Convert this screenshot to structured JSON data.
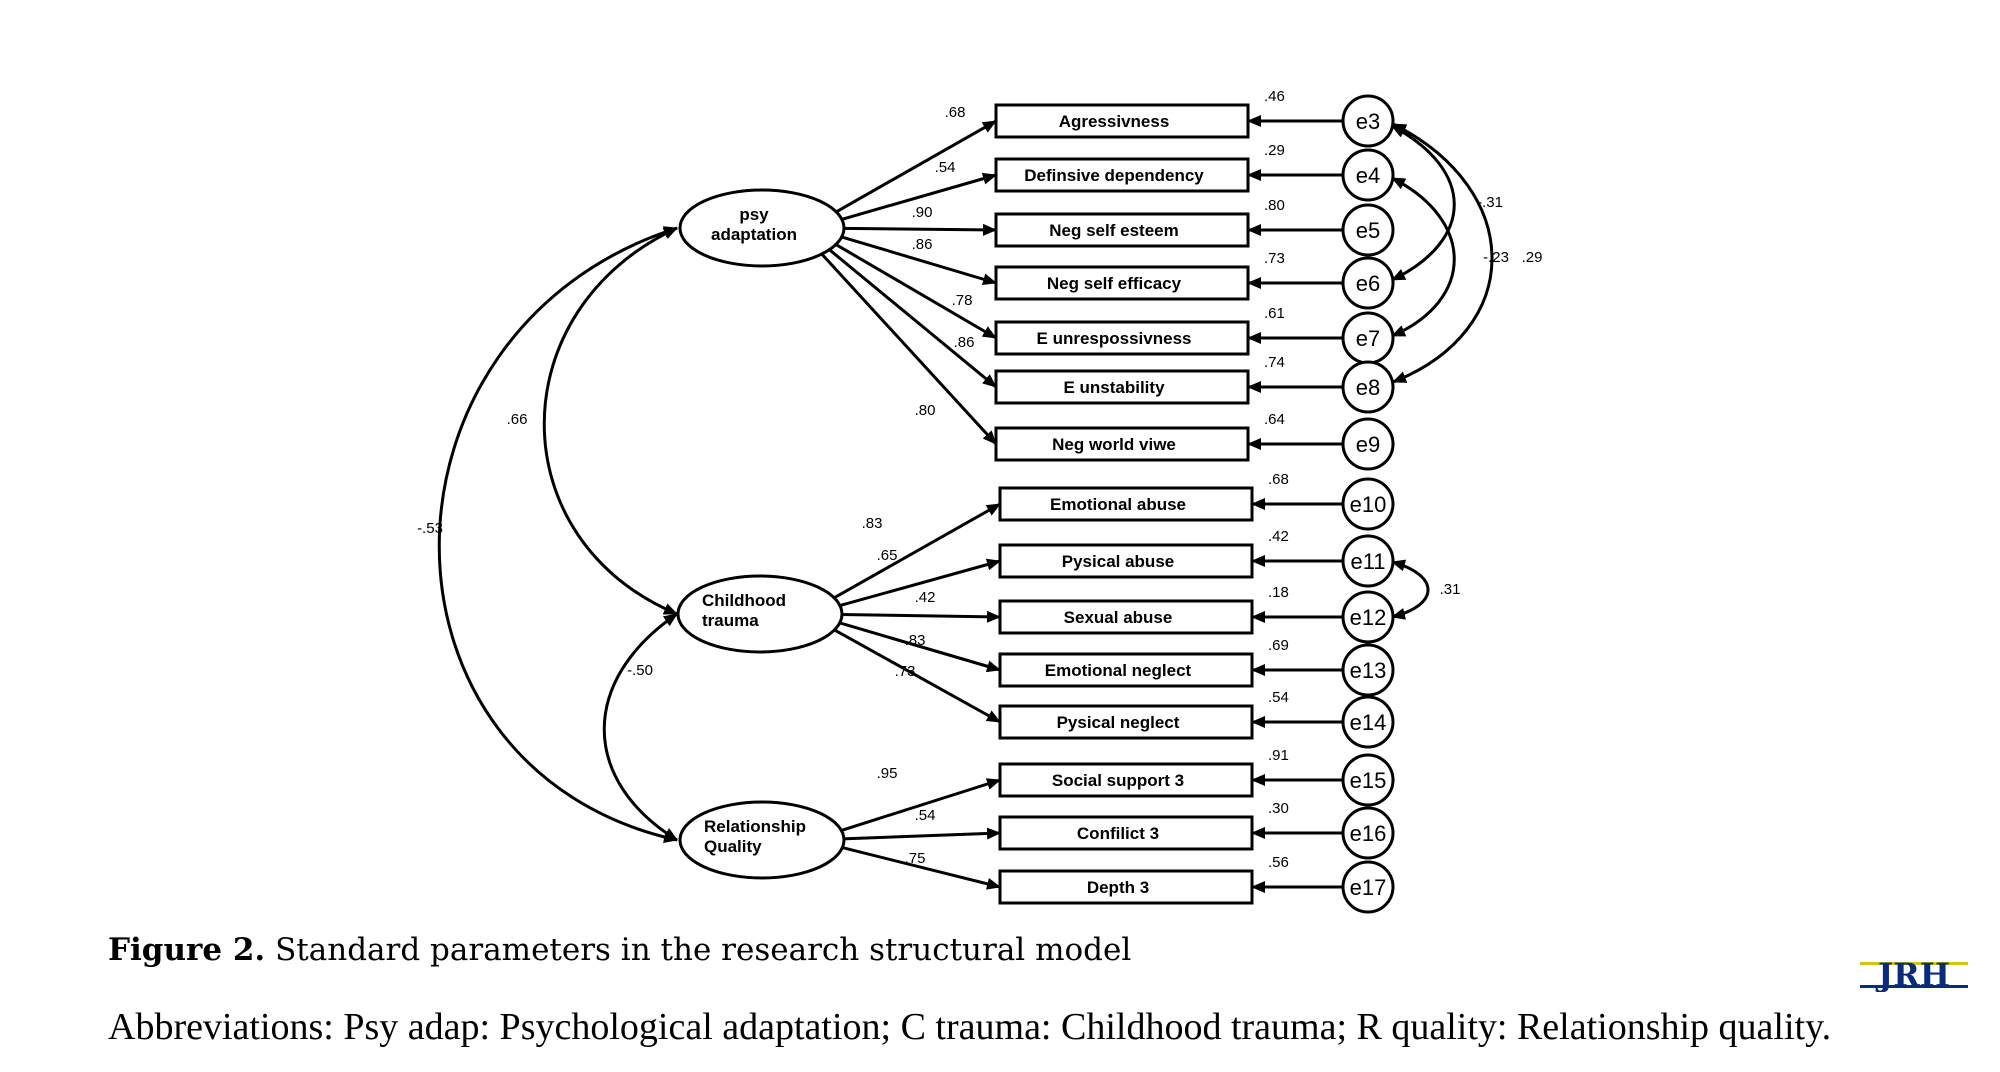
{
  "latents": [
    {
      "id": "psy",
      "lines": [
        "psy",
        "adaptation"
      ]
    },
    {
      "id": "ct",
      "lines": [
        "Childhood",
        "trauma"
      ]
    },
    {
      "id": "rq",
      "lines": [
        "Relationship",
        "Quality"
      ]
    }
  ],
  "indicators": [
    {
      "label": "Agressivness",
      "latent": "psy",
      "loading": ".68",
      "r2": ".46",
      "error": "e3"
    },
    {
      "label": "Definsive dependency",
      "latent": "psy",
      "loading": ".54",
      "r2": ".29",
      "error": "e4"
    },
    {
      "label": "Neg self esteem",
      "latent": "psy",
      "loading": ".90",
      "r2": ".80",
      "error": "e5"
    },
    {
      "label": "Neg self efficacy",
      "latent": "psy",
      "loading": ".86",
      "r2": ".73",
      "error": "e6"
    },
    {
      "label": "E unrespossivness",
      "latent": "psy",
      "loading": ".78",
      "r2": ".61",
      "error": "e7"
    },
    {
      "label": "E unstability",
      "latent": "psy",
      "loading": ".86",
      "r2": ".74",
      "error": "e8"
    },
    {
      "label": "Neg world viwe",
      "latent": "psy",
      "loading": ".80",
      "r2": ".64",
      "error": "e9"
    },
    {
      "label": "Emotional abuse",
      "latent": "ct",
      "loading": ".83",
      "r2": ".68",
      "error": "e10"
    },
    {
      "label": "Pysical abuse",
      "latent": "ct",
      "loading": ".65",
      "r2": ".42",
      "error": "e11"
    },
    {
      "label": "Sexual abuse",
      "latent": "ct",
      "loading": ".42",
      "r2": ".18",
      "error": "e12"
    },
    {
      "label": "Emotional neglect",
      "latent": "ct",
      "loading": ".83",
      "r2": ".69",
      "error": "e13"
    },
    {
      "label": "Pysical neglect",
      "latent": "ct",
      "loading": ".73",
      "r2": ".54",
      "error": "e14"
    },
    {
      "label": "Social support 3",
      "latent": "rq",
      "loading": ".95",
      "r2": ".91",
      "error": "e15"
    },
    {
      "label": "Confilict 3",
      "latent": "rq",
      "loading": ".54",
      "r2": ".30",
      "error": "e16"
    },
    {
      "label": "Depth 3",
      "latent": "rq",
      "loading": ".75",
      "r2": ".56",
      "error": "e17"
    }
  ],
  "latent_covariances": [
    {
      "from": "psy",
      "to": "ct",
      "value": ".66"
    },
    {
      "from": "psy",
      "to": "rq",
      "value": "-.53"
    },
    {
      "from": "ct",
      "to": "rq",
      "value": "-.50"
    }
  ],
  "error_covariances": [
    {
      "from": "e3",
      "to": "e6",
      "value": "-.31"
    },
    {
      "from": "e3",
      "to": "e8",
      "value": ".29"
    },
    {
      "from": "e4",
      "to": "e7",
      "value": "-.23"
    },
    {
      "from": "e11",
      "to": "e12",
      "value": ".31"
    }
  ],
  "caption": {
    "label": "Figure 2.",
    "text": " Standard parameters in the research structural model"
  },
  "abbreviations": "Abbreviations: Psy adap: Psychological adaptation; C trauma: Childhood trauma; R quality: Relationship quality.",
  "logo": {
    "text": "JRH",
    "color": "#0b2a7a",
    "accent": "#d4c21a"
  }
}
